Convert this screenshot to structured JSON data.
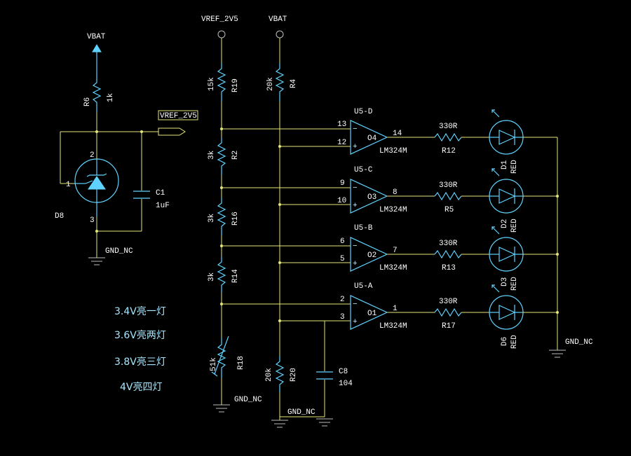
{
  "power": {
    "vbat_left": "VBAT",
    "vref_top": "VREF_2V5",
    "vbat_top": "VBAT",
    "vref_port": "VREF_2V5"
  },
  "ground_labels": [
    "GND_NC",
    "GND_NC",
    "GND_NC",
    "GND_NC"
  ],
  "reference": {
    "r6_name": "R6",
    "r6_value": "1k",
    "ic_name": "D8",
    "pin1": "1",
    "pin2": "2",
    "pin3": "3",
    "c1_name": "C1",
    "c1_value": "1uF"
  },
  "divider": {
    "r19_name": "R19",
    "r19_value": "15k",
    "r2_name": "R2",
    "r2_value": "3k",
    "r16_name": "R16",
    "r16_value": "3k",
    "r14_name": "R14",
    "r14_value": "3k",
    "r18_name": "R18",
    "r18_value": "51k",
    "r4_name": "R4",
    "r4_value": "20k",
    "r20_name": "R20",
    "r20_value": "20k",
    "c8_name": "C8",
    "c8_value": "104"
  },
  "opamps": [
    {
      "name": "U5-D",
      "part": "LM324M",
      "out": "O4",
      "in_neg": "13",
      "in_pos": "12",
      "pin_out": "14",
      "res_name": "R12",
      "res_value": "330R",
      "led_name": "D1",
      "led_color": "RED"
    },
    {
      "name": "U5-C",
      "part": "LM324M",
      "out": "O3",
      "in_neg": "9",
      "in_pos": "10",
      "pin_out": "8",
      "res_name": "R5",
      "res_value": "330R",
      "led_name": "D2",
      "led_color": "RED"
    },
    {
      "name": "U5-B",
      "part": "LM324M",
      "out": "O2",
      "in_neg": "6",
      "in_pos": "5",
      "pin_out": "7",
      "res_name": "R13",
      "res_value": "330R",
      "led_name": "D3",
      "led_color": "RED"
    },
    {
      "name": "U5-A",
      "part": "LM324M",
      "out": "O1",
      "in_neg": "2",
      "in_pos": "3",
      "pin_out": "1",
      "res_name": "R17",
      "res_value": "330R",
      "led_name": "D6",
      "led_color": "RED"
    }
  ],
  "notes": [
    "3.4V亮一灯",
    "3.6V亮两灯",
    "3.8V亮三灯",
    "4V亮四灯"
  ],
  "colors": {
    "wire": "#e6e67a",
    "component": "#5fd3ff",
    "background": "#000000",
    "ground": "#bdbdbd"
  }
}
